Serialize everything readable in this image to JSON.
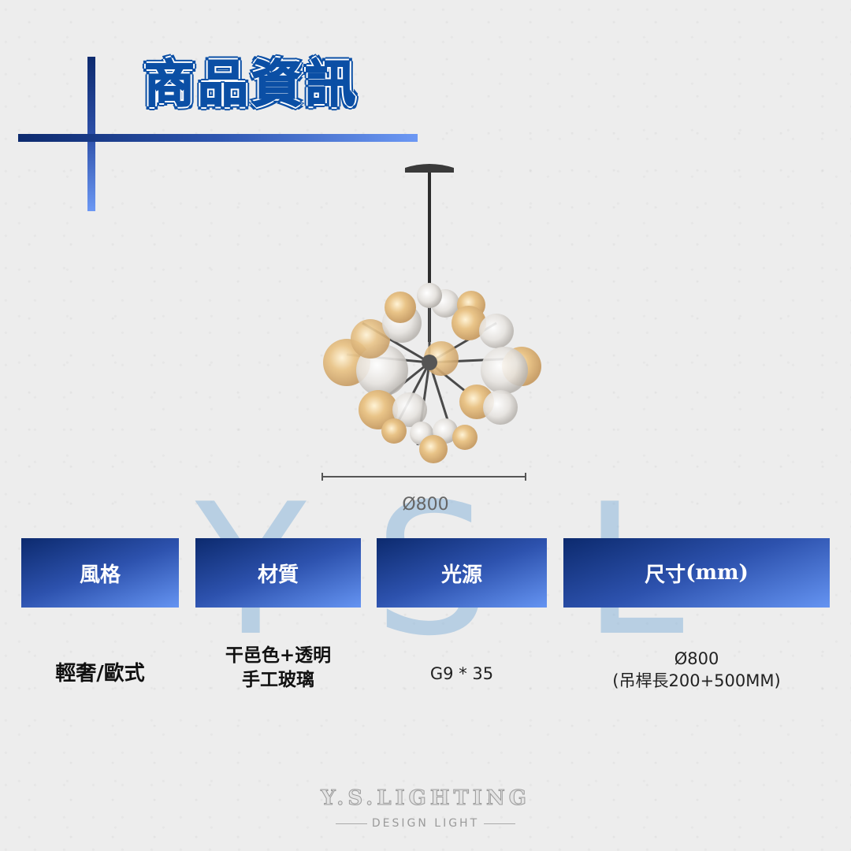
{
  "header": {
    "title": "商品資訊",
    "accent_color": "#0b4fa5",
    "line_gradient": [
      "#0d2a6e",
      "#6c98f4"
    ]
  },
  "watermark": {
    "letters": [
      "Y",
      "S",
      "L"
    ]
  },
  "product_image": {
    "icon": "chandelier-icon",
    "dimension_label": "Ø800"
  },
  "specs": {
    "headers": {
      "style": "風格",
      "material": "材質",
      "light_source": "光源",
      "size": "尺寸",
      "size_unit": "(mm)"
    },
    "values": {
      "style": "輕奢/歐式",
      "material_line1": "干邑色+透明",
      "material_line2": "手工玻璃",
      "light_source": "G9 * 35",
      "size_line1": "Ø800",
      "size_line2": "(吊桿長200+500MM)"
    },
    "header_gradient": [
      "#0c2a6e",
      "#6594f2"
    ]
  },
  "footer": {
    "brand": "Y.S.LIGHTING",
    "tagline": "DESIGN LIGHT"
  }
}
